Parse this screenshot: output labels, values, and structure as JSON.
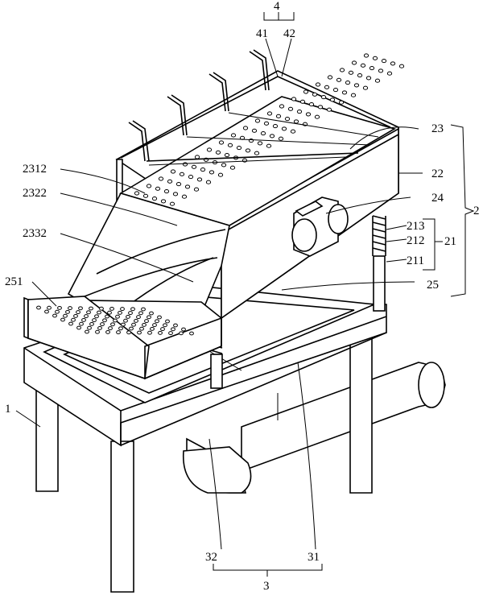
{
  "labels": {
    "l4": "4",
    "l41": "41",
    "l42": "42",
    "l23": "23",
    "l22": "22",
    "l2": "2",
    "l24": "24",
    "l213": "213",
    "l212": "212",
    "l21": "21",
    "l211": "211",
    "l25": "25",
    "l2312": "2312",
    "l2322": "2322",
    "l2332": "2332",
    "l251": "251",
    "l1": "1",
    "l32": "32",
    "l31": "31",
    "l3": "3"
  }
}
